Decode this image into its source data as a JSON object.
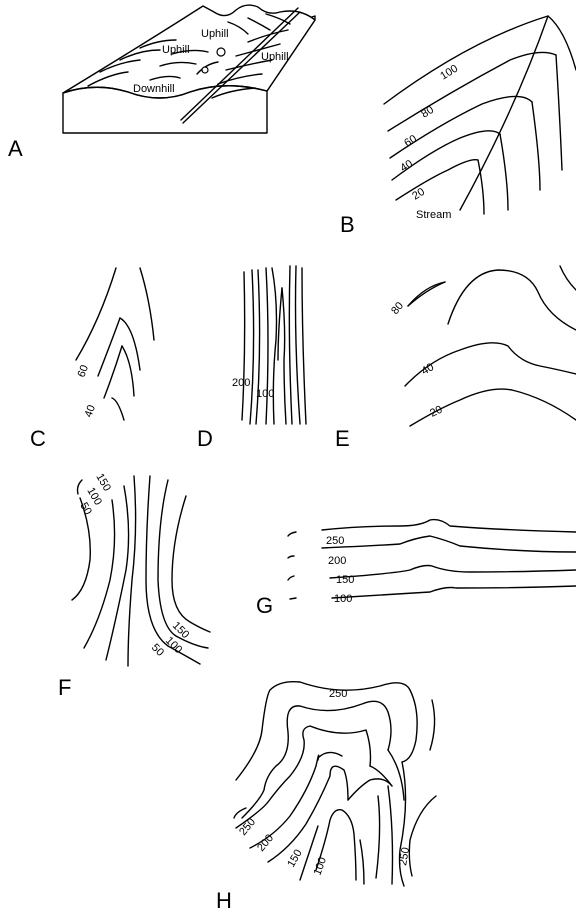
{
  "panels": {
    "a": {
      "letter": "A",
      "labels": {
        "uphill_1": "Uphill",
        "uphill_2": "Uphill",
        "uphill_3": "Uphill",
        "downhill": "Downhill"
      }
    },
    "b": {
      "letter": "B",
      "contours": [
        "100",
        "80",
        "60",
        "40",
        "20"
      ],
      "stream_label": "Stream"
    },
    "c": {
      "letter": "C",
      "contours": [
        "60",
        "40"
      ]
    },
    "d": {
      "letter": "D",
      "contours": [
        "200",
        "100"
      ]
    },
    "e": {
      "letter": "E",
      "contours": [
        "80",
        "40",
        "20"
      ]
    },
    "f": {
      "letter": "F",
      "contours_left": [
        "150",
        "100",
        "50"
      ],
      "contours_right": [
        "150",
        "100",
        "50"
      ]
    },
    "g": {
      "letter": "G",
      "contours": [
        "250",
        "200",
        "150",
        "100"
      ]
    },
    "h": {
      "letter": "H",
      "contours": [
        "250",
        "250",
        "200",
        "150",
        "100",
        "250"
      ]
    }
  }
}
